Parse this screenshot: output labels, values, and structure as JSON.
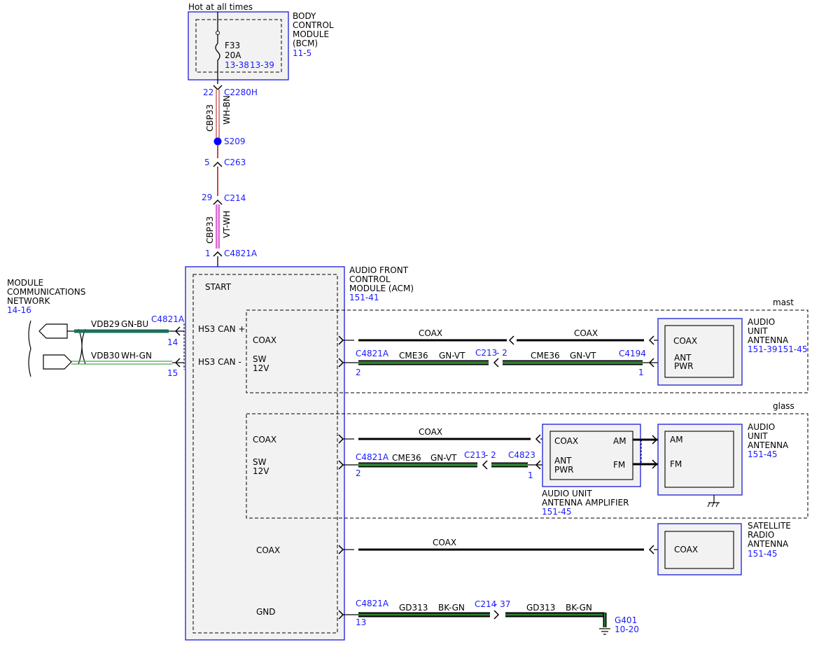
{
  "colors": {
    "module_border": "#1a1ad8",
    "module_fill": "#f2f2f2",
    "ref_blue": "#1a1aff",
    "splice_blue": "#0000ff",
    "green_wire": "#2e7d32",
    "pink_wire": "#e06ad6"
  },
  "top": {
    "supply": "Hot at all times",
    "bcm": {
      "name_lines": [
        "BODY",
        "CONTROL",
        "MODULE",
        "(BCM)"
      ],
      "ref": "11-5",
      "fuse": "F33",
      "fuse_rating": "20A",
      "ref_a": "13-38",
      "ref_b": "13-39"
    },
    "c2280h": {
      "pin": "22",
      "name": "C2280H"
    },
    "wire1": {
      "circuit": "CBP33",
      "color": "WH-BN"
    },
    "splice": "S209",
    "c263": {
      "pin": "5",
      "name": "C263"
    },
    "c214": {
      "pin": "29",
      "name": "C214"
    },
    "wire2": {
      "circuit": "CBP33",
      "color": "VT-WH"
    },
    "c4821a": {
      "pin": "1",
      "name": "C4821A"
    }
  },
  "acm": {
    "name_lines": [
      "AUDIO FRONT",
      "CONTROL",
      "MODULE (ACM)"
    ],
    "ref": "151-41",
    "start": "START",
    "hs3_plus": "HS3 CAN +",
    "hs3_minus": "HS3 CAN -",
    "coax": "COAX",
    "sw": "SW",
    "v12": "12V",
    "gnd": "GND"
  },
  "network": {
    "name_lines": [
      "MODULE",
      "COMMUNICATIONS",
      "NETWORK"
    ],
    "ref": "14-16",
    "wire1": {
      "circuit": "VDB29",
      "color": "GN-BU"
    },
    "wire2": {
      "circuit": "VDB30",
      "color": "WH-GN"
    },
    "connector": "C4821A",
    "pin_plus": "14",
    "pin_minus": "15"
  },
  "mast": {
    "label": "mast",
    "coax_label": "COAX",
    "connector_a": "C4821A",
    "pin_a": "2",
    "circuit": "CME36",
    "color": "GN-VT",
    "c213": "C213",
    "c213_pin": "- 2",
    "c4194": "C4194",
    "c4194_pin": "1",
    "antenna": {
      "name_lines": [
        "AUDIO",
        "UNIT",
        "ANTENNA"
      ],
      "ref_a": "151-39",
      "ref_b": "151-45",
      "coax": "COAX",
      "ant": "ANT",
      "pwr": "PWR"
    }
  },
  "glass": {
    "label": "glass",
    "coax_label": "COAX",
    "connector_a": "C4821A",
    "pin_a": "2",
    "circuit": "CME36",
    "color": "GN-VT",
    "c213": "C213",
    "c213_pin": "- 2",
    "c4823": "C4823",
    "c4823_pin": "1",
    "amplifier": {
      "coax": "COAX",
      "am": "AM",
      "ant": "ANT",
      "pwr": "PWR",
      "fm": "FM",
      "name_lines": [
        "AUDIO UNIT",
        "ANTENNA AMPLIFIER"
      ],
      "ref": "151-45"
    },
    "antenna": {
      "am": "AM",
      "fm": "FM",
      "name_lines": [
        "AUDIO",
        "UNIT",
        "ANTENNA"
      ],
      "ref": "151-45"
    }
  },
  "satellite": {
    "coax_label": "COAX",
    "antenna": {
      "coax": "COAX",
      "name_lines": [
        "SATELLITE",
        "RADIO",
        "ANTENNA"
      ],
      "ref": "151-45"
    }
  },
  "ground": {
    "connector_a": "C4821A",
    "pin_a": "13",
    "circuit": "GD313",
    "color": "BK-GN",
    "c214": "C214",
    "c214_pin": "- 37",
    "circuit2": "GD313",
    "color2": "BK-GN",
    "g401": "G401",
    "g401_ref": "10-20"
  }
}
